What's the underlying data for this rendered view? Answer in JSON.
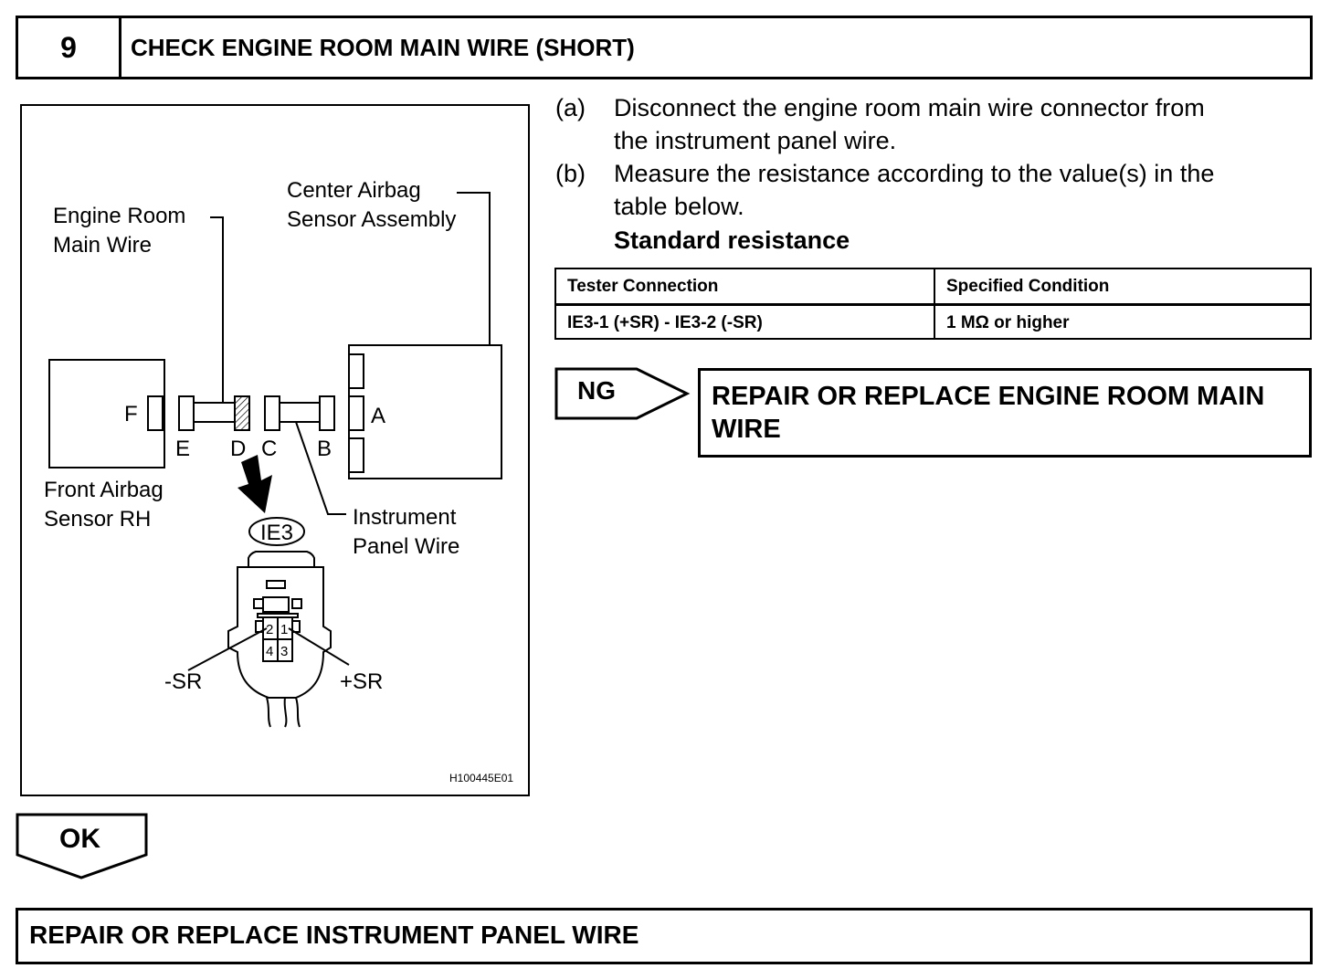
{
  "header": {
    "step_number": "9",
    "title": "CHECK ENGINE ROOM MAIN WIRE (SHORT)"
  },
  "diagram": {
    "labels": {
      "engine_room_main_wire": [
        "Engine Room",
        "Main Wire"
      ],
      "center_airbag_sensor": [
        "Center Airbag",
        "Sensor Assembly"
      ],
      "front_airbag_sensor": [
        "Front Airbag",
        "Sensor RH"
      ],
      "instrument_panel_wire": [
        "Instrument",
        "Panel Wire"
      ],
      "connector_a": "A",
      "connector_b": "B",
      "connector_c": "C",
      "connector_d": "D",
      "connector_e": "E",
      "connector_f": "F",
      "connector_id": "IE3",
      "pin_minus_sr": "-SR",
      "pin_plus_sr": "+SR",
      "pins": [
        "2",
        "1",
        "4",
        "3"
      ],
      "figure_code": "H100445E01"
    }
  },
  "instructions": [
    {
      "letter": "(a)",
      "lines": [
        "Disconnect the engine room main wire connector from",
        "the instrument panel wire."
      ]
    },
    {
      "letter": "(b)",
      "lines": [
        "Measure the resistance according to the value(s) in the",
        "table below."
      ]
    }
  ],
  "standard_label": "Standard resistance",
  "table": {
    "headers": [
      "Tester Connection",
      "Specified Condition"
    ],
    "rows": [
      [
        "IE3-1 (+SR) - IE3-2 (-SR)",
        "1 MΩ or higher"
      ]
    ]
  },
  "ng": {
    "label": "NG",
    "action": [
      "REPAIR OR REPLACE ENGINE ROOM MAIN",
      "WIRE"
    ]
  },
  "ok": {
    "label": "OK"
  },
  "final_action": "REPAIR OR REPLACE INSTRUMENT PANEL WIRE"
}
